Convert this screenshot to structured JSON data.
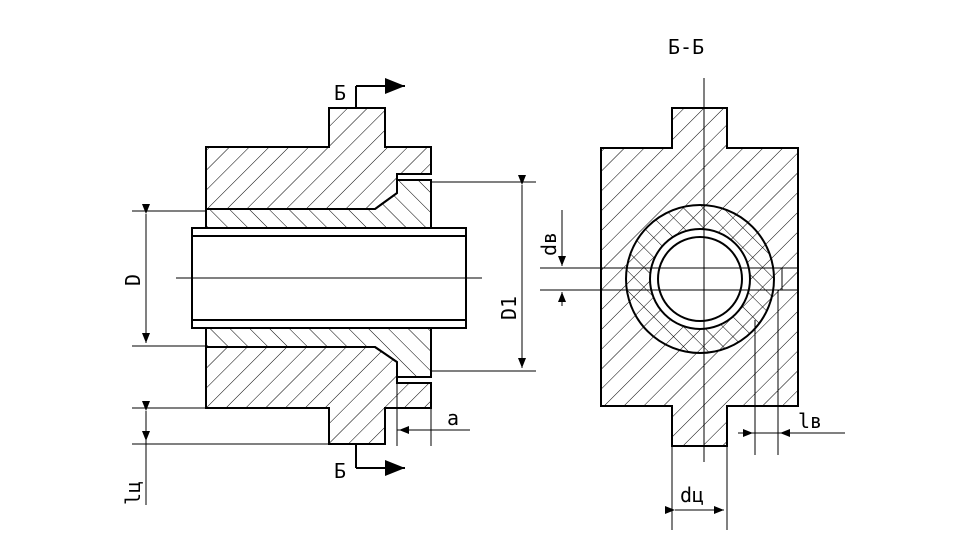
{
  "section_title": "Б-Б",
  "labels": {
    "cut_top": "Б",
    "cut_bottom": "Б",
    "dim_D": "D",
    "dim_D1": "D1",
    "dim_a": "a",
    "dim_lc": "lц",
    "dim_dv": "dв",
    "dim_lv": "lв",
    "dim_dc": "dц"
  },
  "colors": {
    "line": "#000000",
    "background": "#ffffff"
  }
}
